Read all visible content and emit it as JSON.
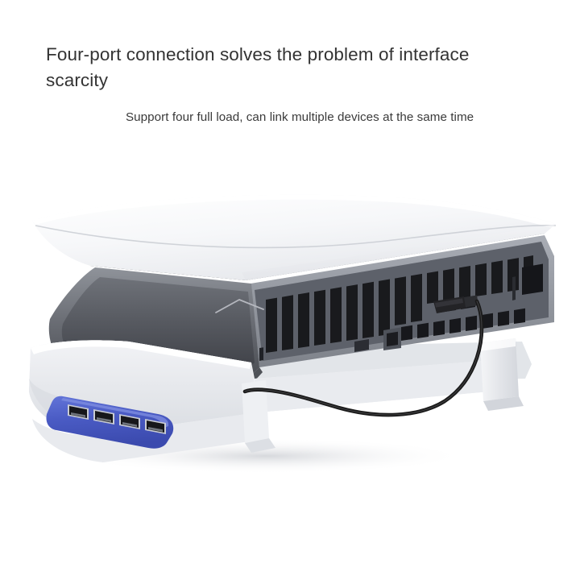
{
  "page": {
    "background_color": "#ffffff"
  },
  "text": {
    "headline": "Four-port connection solves the problem of interface scarcity",
    "subheadline": "Support four full load, can link multiple devices at the same time",
    "headline_color": "#333333",
    "subheadline_color": "#3a3a3a"
  },
  "product": {
    "name": "PlayStation 5 horizontal stand with 4-port USB hub",
    "console": {
      "faceplate_color": "#f4f5f7",
      "faceplate_shadow_color": "#d8dade",
      "body_color": "#6d7076",
      "body_dark_color": "#3c3f45",
      "vent_color": "#1b1c1f",
      "logo_mark": "chevron-mark"
    },
    "stand": {
      "base_color": "#eceef1",
      "base_shadow_color": "#cfd2d8",
      "fin_color": "#e3e5e9"
    },
    "usb_hub": {
      "strip_color": "#4a5bc4",
      "strip_highlight_color": "#6374d6",
      "port_color": "#1d1e22",
      "port_count": 4
    },
    "cable": {
      "color": "#1a1a1a",
      "connector_color": "#232326"
    }
  }
}
